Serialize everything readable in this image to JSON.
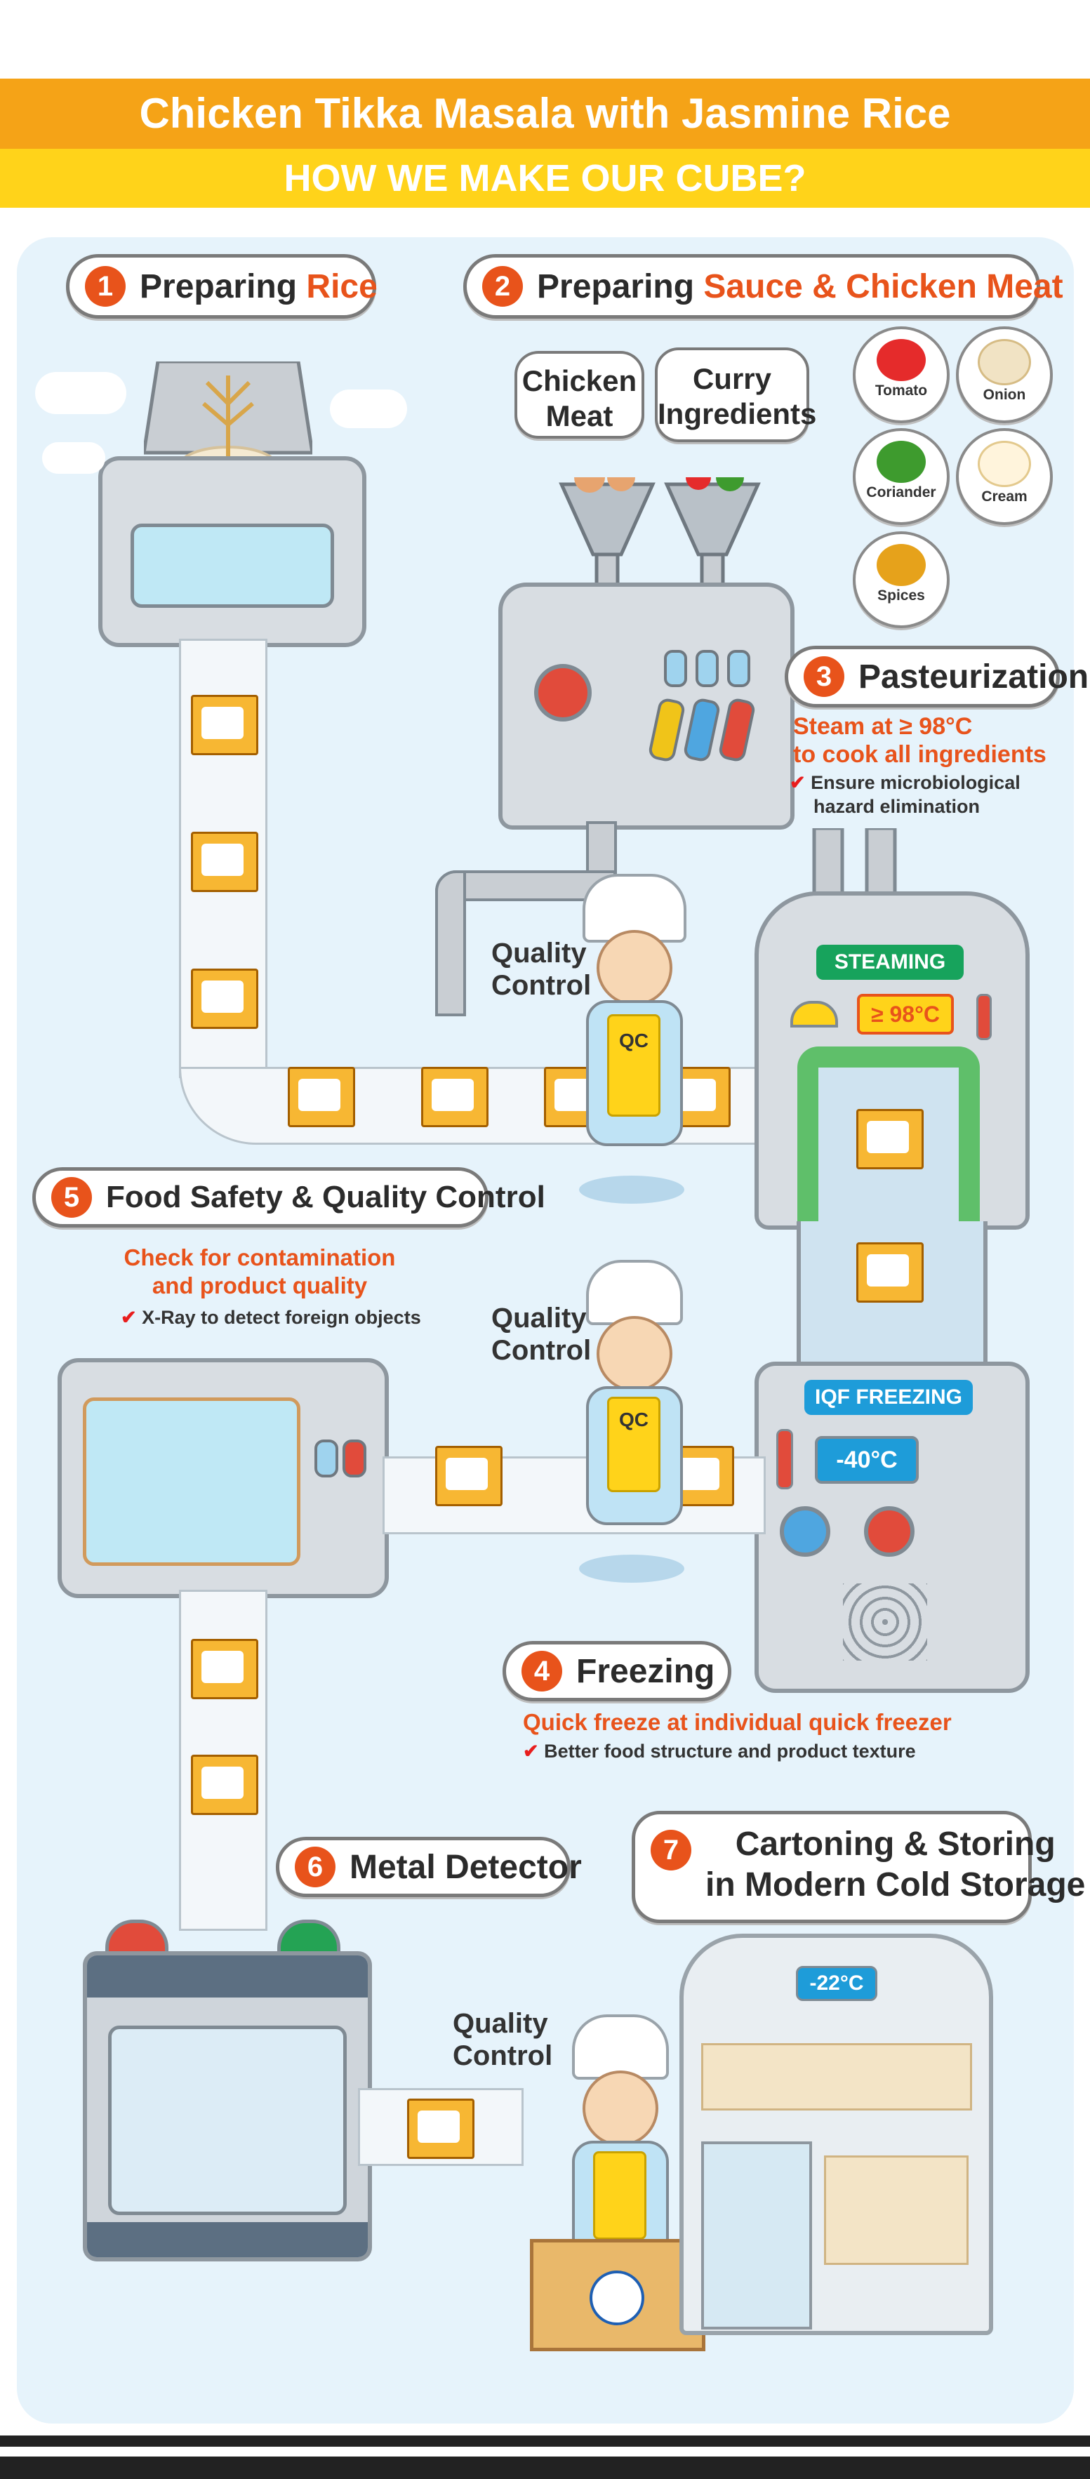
{
  "header": {
    "title": "Chicken Tikka Masala with Jasmine Rice",
    "subtitle": "HOW WE MAKE OUR CUBE?"
  },
  "steps": {
    "s1": {
      "num": "1",
      "label_a": "Preparing ",
      "label_b": "Rice"
    },
    "s2": {
      "num": "2",
      "label_a": "Preparing ",
      "label_b": "Sauce & Chicken Meat"
    },
    "s3": {
      "num": "3",
      "label": "Pasteurization",
      "desc_1": "Steam at ≥ 98°C",
      "desc_2": "to cook all ingredients",
      "note_1": "Ensure microbiological",
      "note_2": "hazard elimination"
    },
    "s4": {
      "num": "4",
      "label": "Freezing",
      "desc": "Quick freeze at individual quick freezer",
      "note": "Better food structure and product texture"
    },
    "s5": {
      "num": "5",
      "label": "Food Safety & Quality Control",
      "desc_1": "Check for contamination",
      "desc_2": "and product quality",
      "note": "X-Ray to detect foreign objects"
    },
    "s6": {
      "num": "6",
      "label": "Metal Detector"
    },
    "s7": {
      "num": "7",
      "label_1": "Cartoning & Storing",
      "label_2": "in Modern Cold Storage"
    }
  },
  "bubbles": {
    "chicken_1": "Chicken",
    "chicken_2": "Meat",
    "curry_1": "Curry",
    "curry_2": "Ingredients"
  },
  "ingredients": [
    {
      "name": "Tomato",
      "color": "#e52b2b"
    },
    {
      "name": "Onion",
      "color": "#f1e3c4"
    },
    {
      "name": "Coriander",
      "color": "#3e9b2e"
    },
    {
      "name": "Cream",
      "color": "#fff4dc"
    },
    {
      "name": "Spices",
      "color": "#e6a21b"
    }
  ],
  "qc": {
    "label_1": "Quality",
    "label_2": "Control",
    "apron": "QC"
  },
  "machines": {
    "steaming": "STEAMING",
    "steam_temp": "≥ 98°C",
    "iqf": "IQF FREEZING",
    "iqf_temp": "-40°C",
    "storage_temp": "-22°C"
  },
  "colors": {
    "orange": "#f5a317",
    "yellow": "#ffd31a",
    "accent": "#e8531b",
    "panel": "#e6f3fb"
  }
}
